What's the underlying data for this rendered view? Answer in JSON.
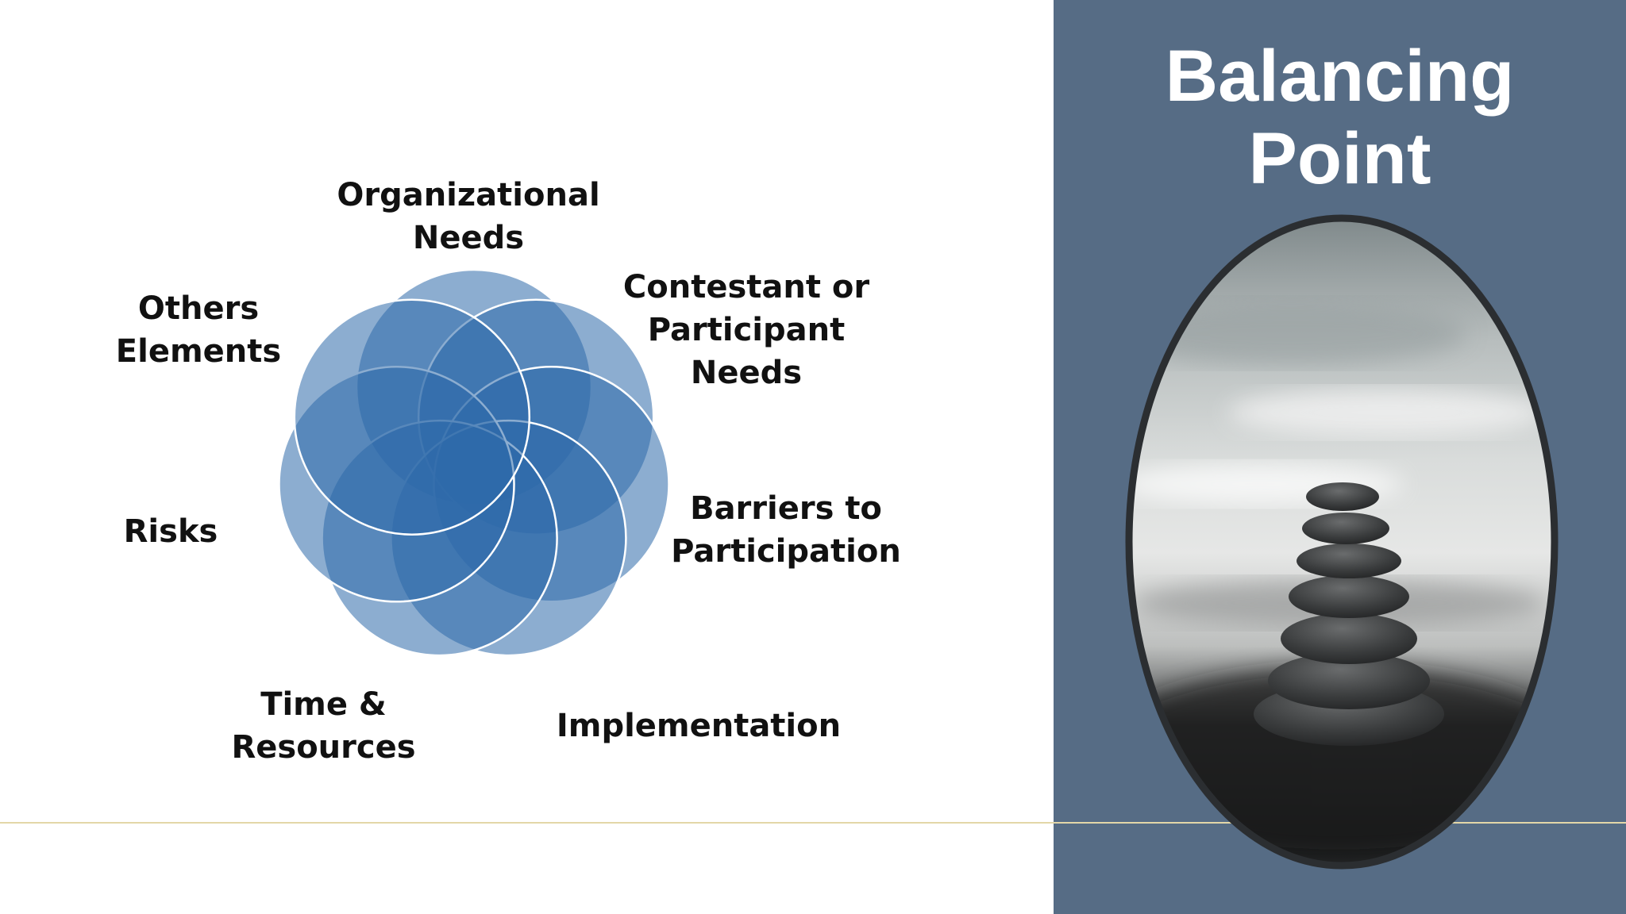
{
  "slide": {
    "title_line1": "Balancing",
    "title_line2": "Point"
  },
  "diagram": {
    "labels": {
      "organizational": [
        "Organizational",
        "Needs"
      ],
      "contestant": [
        "Contestant or",
        "Participant",
        "Needs"
      ],
      "barriers": [
        "Barriers to",
        "Participation"
      ],
      "implementation": [
        "Implementation"
      ],
      "time": [
        "Time &",
        "Resources"
      ],
      "risks": [
        "Risks"
      ],
      "others": [
        "Others",
        "Elements"
      ]
    },
    "petal_count": 7,
    "colors": {
      "petal_fill": "#2e6aaa",
      "petal_stroke": "#ffffff",
      "panel": "#566c85",
      "rule": "#e3d7a8"
    }
  },
  "image": {
    "subject": "stacked-stones-photo"
  }
}
